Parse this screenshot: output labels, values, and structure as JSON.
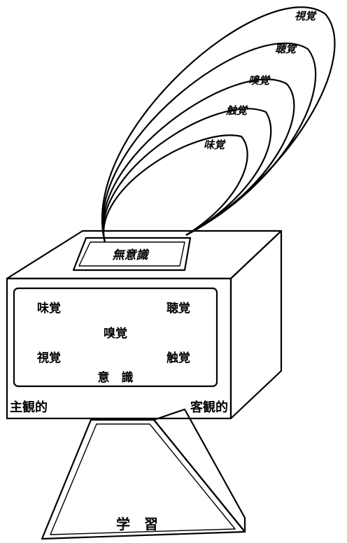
{
  "arc_labels": [
    "視覚",
    "聴覚",
    "嗅覚",
    "触覚",
    "味覚"
  ],
  "unconscious_label": "無意識",
  "box_labels": {
    "taste": "味覚",
    "hearing": "聴覚",
    "smell": "嗅覚",
    "sight": "視覚",
    "touch": "触覚",
    "consciousness": "意　識"
  },
  "corner_labels": {
    "subjective": "主観的",
    "objective": "客観的"
  },
  "base_label": "学　習"
}
